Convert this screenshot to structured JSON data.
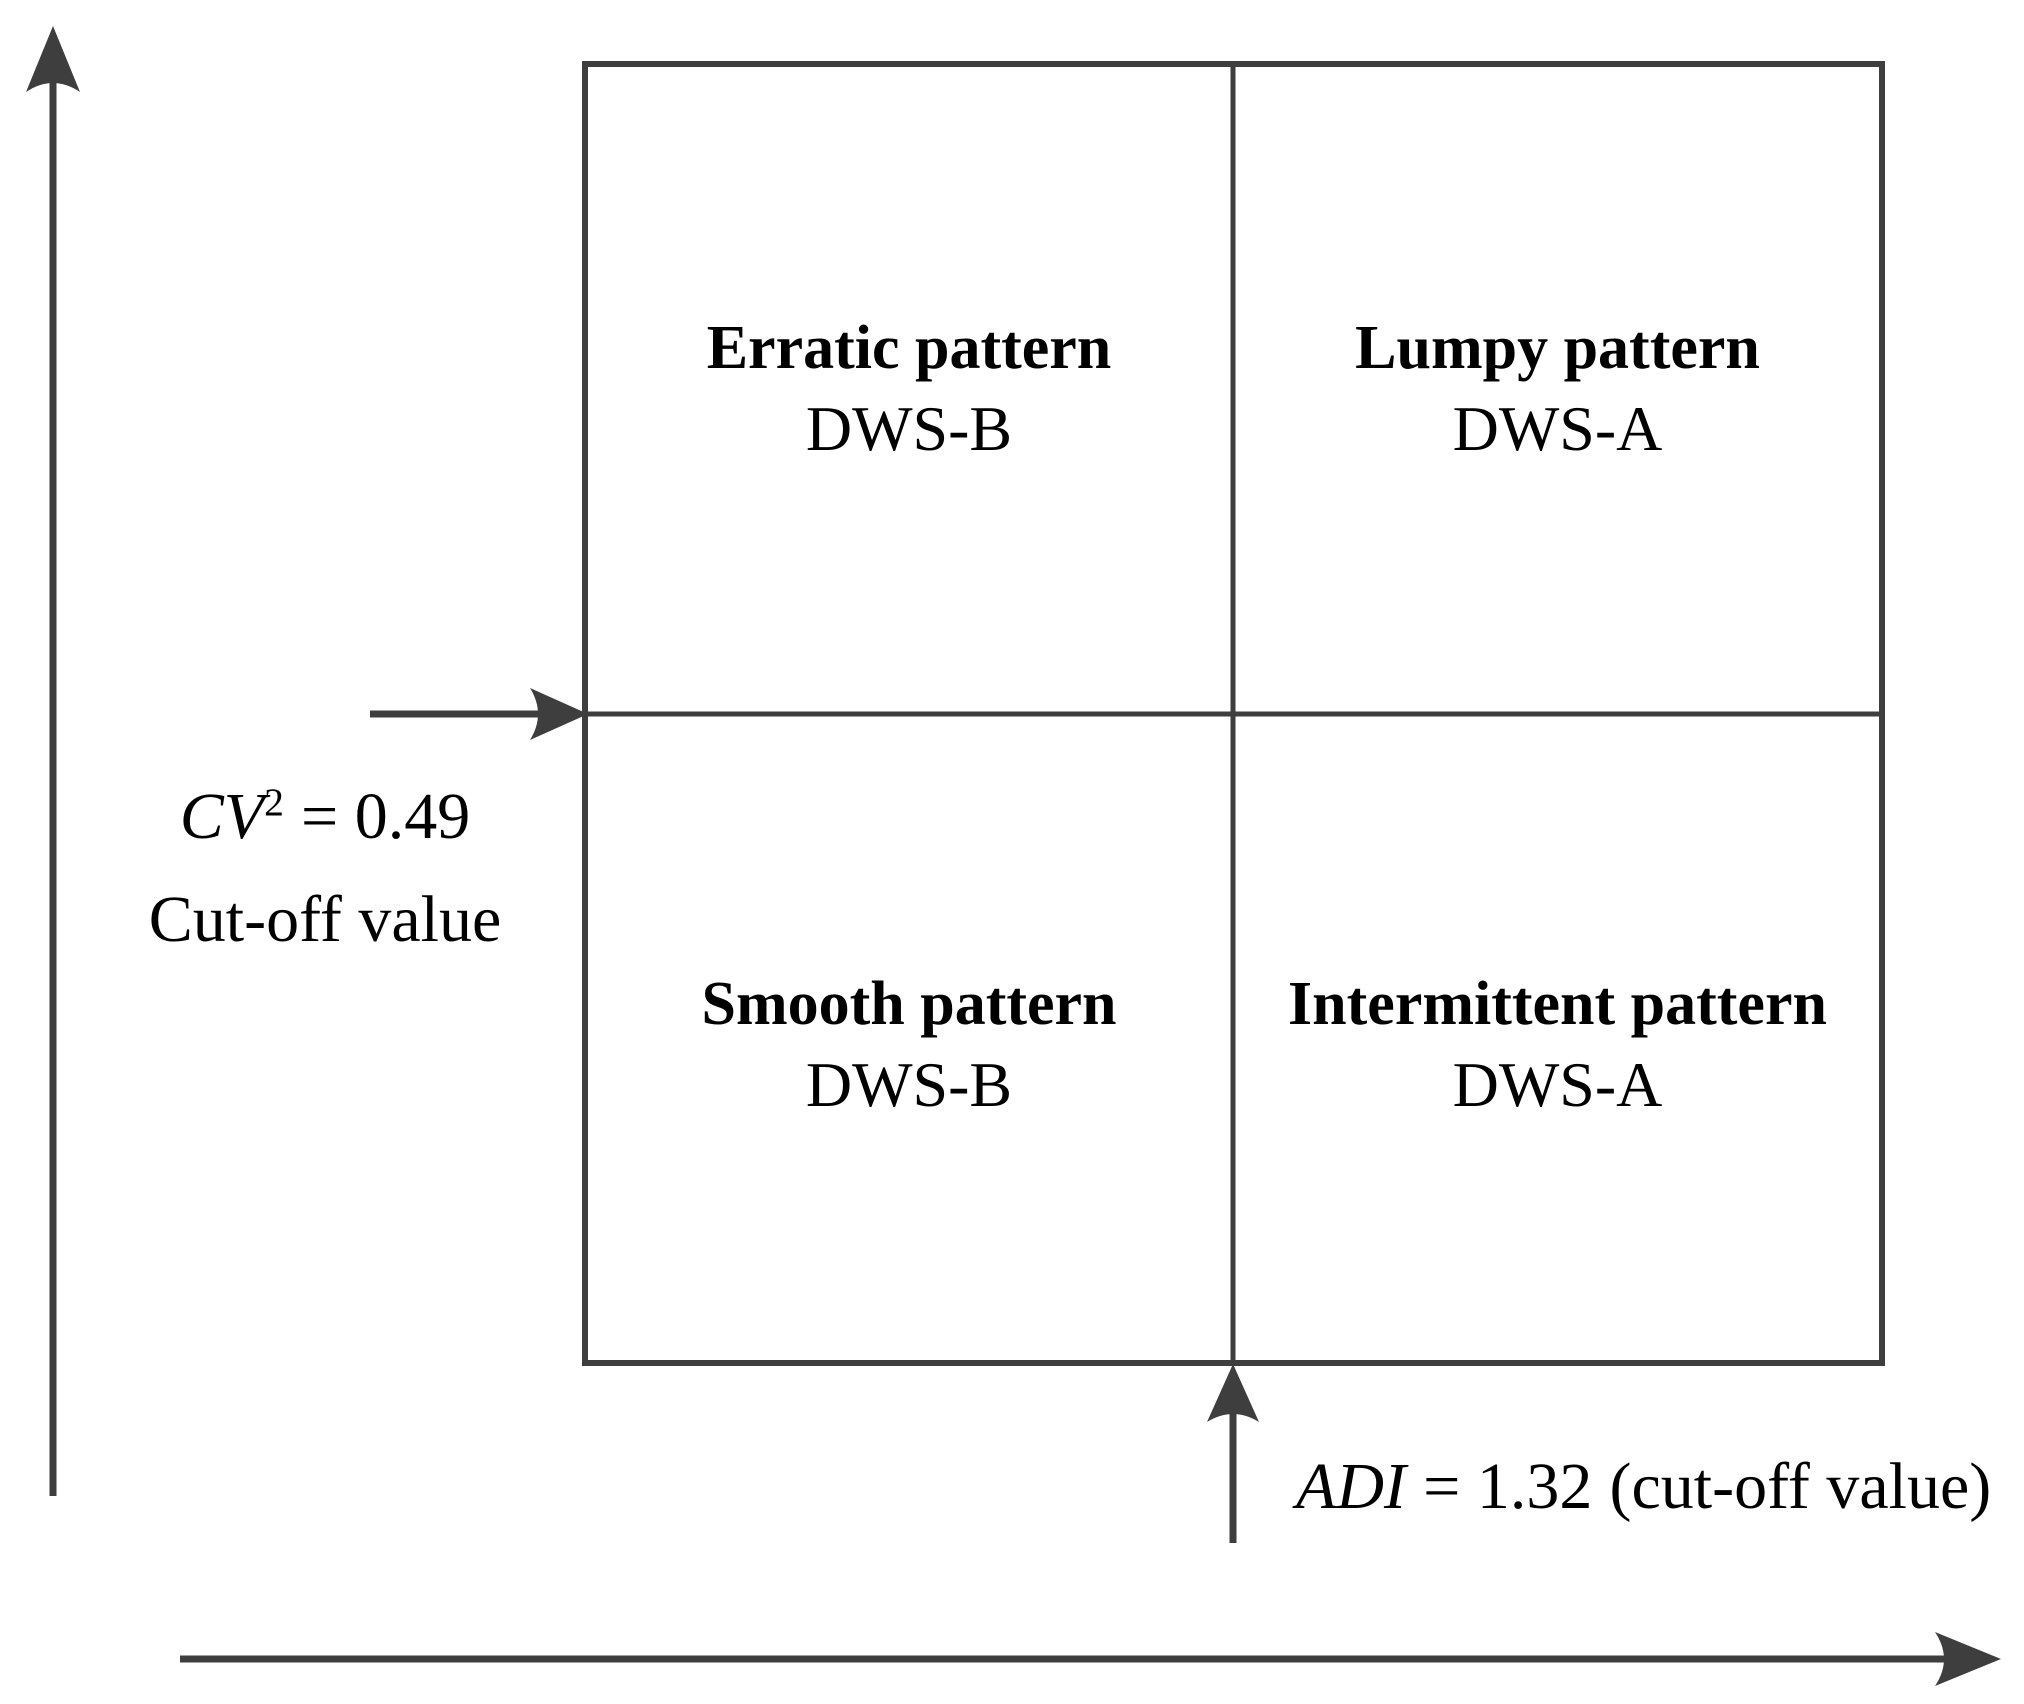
{
  "diagram": {
    "type": "quadrant-classification",
    "colors": {
      "line": "#3e3e3e",
      "text": "#000000",
      "background": "#ffffff"
    },
    "quadrants": {
      "top_left": {
        "title": "Erratic pattern",
        "subtitle": "DWS-B"
      },
      "top_right": {
        "title": "Lumpy pattern",
        "subtitle": "DWS-A"
      },
      "bottom_left": {
        "title": "Smooth pattern",
        "subtitle": "DWS-B"
      },
      "bottom_right": {
        "title": "Intermittent pattern",
        "subtitle": "DWS-A"
      }
    },
    "y_axis_cutoff": {
      "symbol": "CV",
      "superscript": "2",
      "equation": "= 0.49",
      "caption": "Cut-off value"
    },
    "x_axis_cutoff": {
      "symbol": "ADI",
      "equation": "= 1.32",
      "note": "(cut-off value)"
    }
  }
}
